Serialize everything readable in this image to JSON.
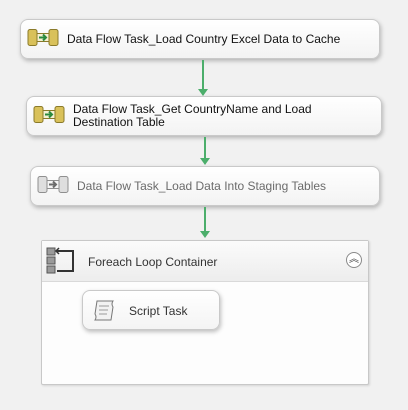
{
  "tasks": [
    {
      "label": "Data Flow Task_Load Country Excel Data to Cache",
      "icon": "data-flow-icon"
    },
    {
      "label": "Data Flow Task_Get CountryName and Load Destination Table",
      "icon": "data-flow-icon"
    },
    {
      "label": "Data Flow Task_Load Data Into Staging Tables",
      "icon": "data-flow-disabled-icon"
    }
  ],
  "container": {
    "label": "Foreach Loop Container",
    "icon": "foreach-loop-icon",
    "collapse_glyph": "︽",
    "script_task": {
      "label": "Script Task",
      "icon": "script-task-icon"
    }
  },
  "colors": {
    "precedence_arrow": "#4cae6b",
    "task_border": "#c9c9c9",
    "disabled_text": "#6b6b6b"
  }
}
